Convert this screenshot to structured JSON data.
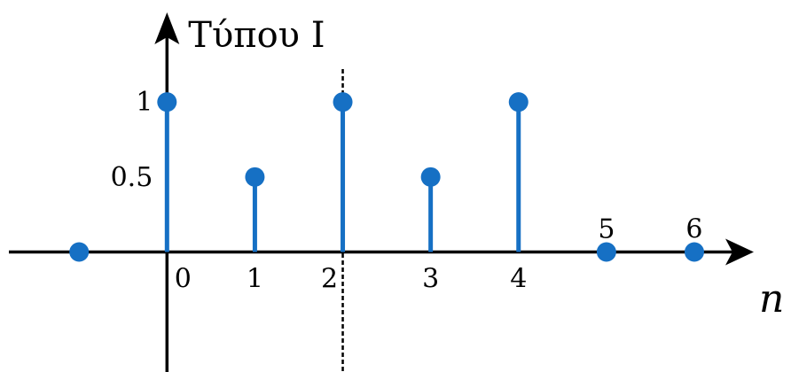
{
  "chart_data": {
    "type": "stem",
    "title": "Τύπου Ι",
    "xlabel": "n",
    "ylabel": "",
    "x": [
      -1,
      0,
      1,
      2,
      3,
      4,
      5,
      6
    ],
    "values": [
      0,
      1,
      0.5,
      1,
      0.5,
      1,
      0,
      0
    ],
    "xlim": [
      -1.9,
      7.1
    ],
    "ylim": [
      -0.8,
      1.68
    ],
    "x_tick_labels": [
      {
        "x": 0,
        "label": "0"
      },
      {
        "x": 1,
        "label": "1"
      },
      {
        "x": 2,
        "label": "2"
      },
      {
        "x": 3,
        "label": "3"
      },
      {
        "x": 4,
        "label": "4"
      },
      {
        "x": 5,
        "label": "5"
      },
      {
        "x": 6,
        "label": "6"
      }
    ],
    "y_tick_labels": [
      {
        "y": 1,
        "label": "1"
      },
      {
        "y": 0.5,
        "label": "0.5"
      }
    ],
    "symmetry_line_x": 2,
    "grid": false,
    "legend": "none",
    "colors": {
      "stem": "#1670c4",
      "axis": "#000000",
      "symmetry_line": "#000000"
    }
  }
}
